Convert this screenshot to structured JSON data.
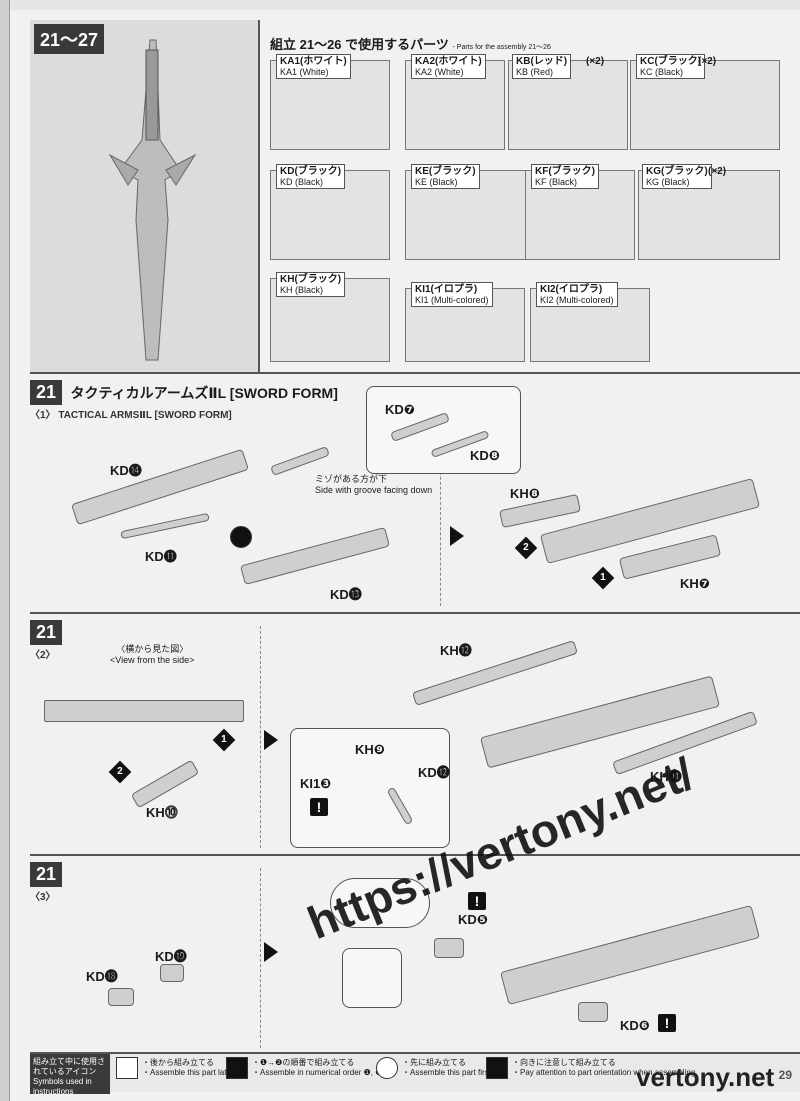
{
  "header": {
    "step_range": "21～27",
    "parts_title": "組立 21～26 で使用するパーツ",
    "parts_title_en": "- Parts for the assembly 21～26"
  },
  "runners": [
    {
      "code": "KA1(ホワイト)",
      "en": "KA1 (White)",
      "times": ""
    },
    {
      "code": "KA2(ホワイト)",
      "en": "KA2 (White)",
      "times": ""
    },
    {
      "code": "KB(レッド)",
      "en": "KB (Red)",
      "times": "(×2)"
    },
    {
      "code": "KC(ブラック)",
      "en": "KC (Black)",
      "times": "(×2)"
    },
    {
      "code": "KD(ブラック)",
      "en": "KD (Black)",
      "times": ""
    },
    {
      "code": "KE(ブラック)",
      "en": "KE (Black)",
      "times": ""
    },
    {
      "code": "KF(ブラック)",
      "en": "KF (Black)",
      "times": ""
    },
    {
      "code": "KG(ブラック)",
      "en": "KG (Black)",
      "times": "(×2)"
    },
    {
      "code": "KH(ブラック)",
      "en": "KH (Black)",
      "times": ""
    },
    {
      "code": "KI1(イロプラ)",
      "en": "KI1 (Multi-colored)",
      "times": ""
    },
    {
      "code": "KI2(イロプラ)",
      "en": "KI2 (Multi-colored)",
      "times": ""
    }
  ],
  "step1": {
    "num": "21",
    "sub": "〈1〉",
    "title_jp": "タクティカルアームズⅡL [SWORD FORM]",
    "title_en": "TACTICAL ARMSⅡL [SWORD FORM]",
    "labels": {
      "kd7": "KD❼",
      "kd8": "KD❽",
      "kd14": "KD⓮",
      "kd11": "KD⓫",
      "kd13": "KD⓭",
      "kh8": "KH❽",
      "kh7": "KH❼"
    },
    "note_jp": "ミゾがある方が下",
    "note_en": "Side with groove facing down",
    "n1": "1",
    "n2": "2"
  },
  "step2": {
    "num": "21",
    "sub": "〈2〉",
    "view_jp": "〈横から見た図〉",
    "view_en": "<View from the side>",
    "labels": {
      "kh10": "KH⓾",
      "kh12a": "KH⓬",
      "kh11": "KH⓫",
      "kh9": "KH❾",
      "kd12": "KD⓬",
      "ki13": "KI1❸"
    },
    "n1": "1",
    "n2": "2"
  },
  "step3": {
    "num": "21",
    "sub": "〈3〉",
    "labels": {
      "kd18": "KD⓲",
      "kd19": "KD⓳",
      "kd5": "KD❺",
      "kd6": "KD❻"
    }
  },
  "legend": {
    "head_jp": "組み立て中に使用されているアイコン",
    "head_en": "Symbols used in instructions",
    "items": [
      {
        "jp": "・後から組み立てる",
        "en": "・Assemble this part later."
      },
      {
        "jp": "・❶→❷の順番で組み立てる",
        "en": "・Assemble in numerical order ❶, ❷..."
      },
      {
        "jp": "・先に組み立てる",
        "en": "・Assemble this part first."
      },
      {
        "jp": "・向きに注意して組み立てる",
        "en": "・Pay attention to part orientation when assembling."
      }
    ]
  },
  "watermarks": {
    "diagonal": "https://vertony.net/",
    "corner": "vertony.net"
  },
  "page_number": "29"
}
